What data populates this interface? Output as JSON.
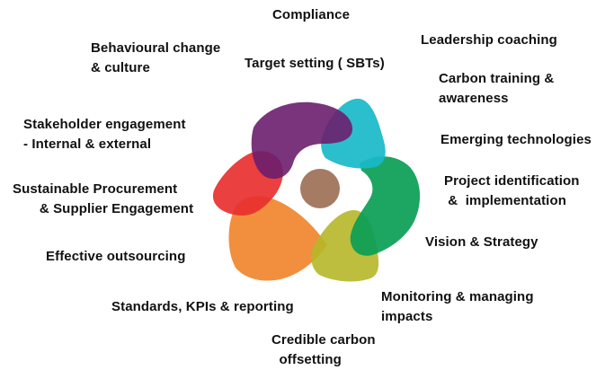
{
  "diagram": {
    "labels": {
      "compliance": "Compliance",
      "leadership_coaching": "Leadership coaching",
      "behavioural_change": "Behavioural change\n& culture",
      "target_setting": "Target setting ( SBTs)",
      "carbon_training": "Carbon training &\nawareness",
      "stakeholder_engagement": "Stakeholder engagement\n- Internal & external",
      "emerging_technologies": "Emerging technologies",
      "project_identification": "Project identification\n &  implementation",
      "sustainable_procurement": "Sustainable Procurement\n       & Supplier Engagement",
      "vision_strategy": "Vision & Strategy",
      "effective_outsourcing": "Effective outsourcing",
      "monitoring_impacts": "Monitoring & managing\nimpacts",
      "standards_kpis": "Standards, KPIs & reporting",
      "credible_offsetting": "Credible carbon\n  offsetting"
    },
    "colors": {
      "purple": "#6b1e6e",
      "cyan": "#19b8c8",
      "green": "#0a9d55",
      "olive": "#b6b728",
      "orange": "#f0852e",
      "red": "#e8302f",
      "hub": "#a57b63"
    }
  }
}
